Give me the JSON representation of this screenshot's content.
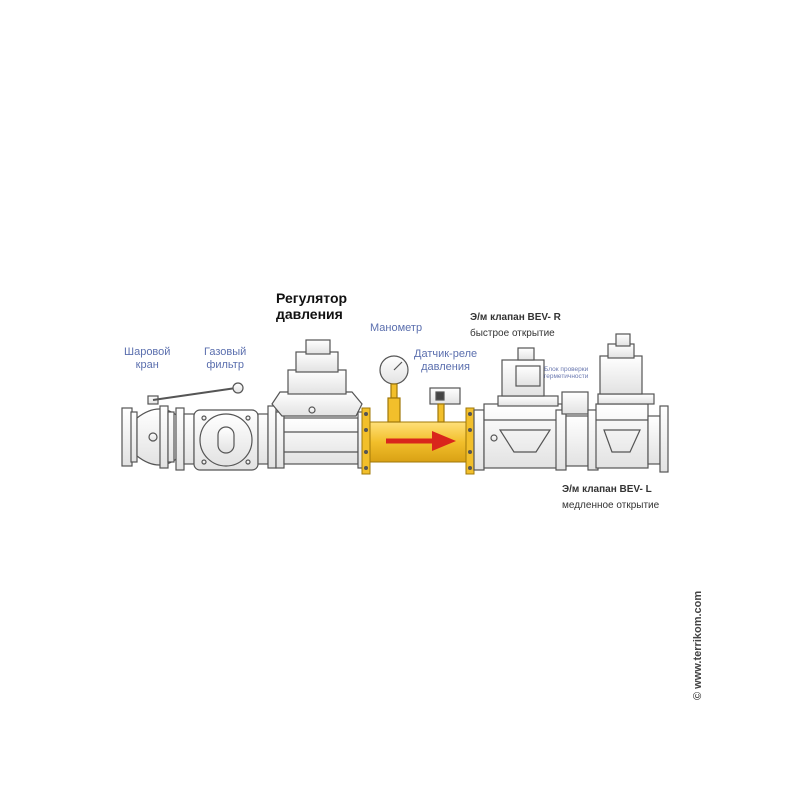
{
  "labels": {
    "ball_valve": [
      "Шаровой",
      "кран"
    ],
    "gas_filter": [
      "Газовый",
      "фильтр"
    ],
    "regulator": [
      "Регулятор",
      "давления"
    ],
    "manometer": "Манометр",
    "pressure_switch": [
      "Датчик-реле",
      "давления"
    ],
    "valve_r_title": "Э/м клапан BEV- R",
    "valve_r_sub": "быстрое открытие",
    "leak_block": [
      "Блок проверки",
      "герметичности"
    ],
    "valve_l_title": "Э/м клапан BEV- L",
    "valve_l_sub": "медленное открытие"
  },
  "watermark": "© www.terrikom.com",
  "colors": {
    "pipe_yellow": "#f2bf2b",
    "arrow_red": "#d9261c",
    "label_blue": "#5b6fae",
    "line": "#555555",
    "body_fill": "#f4f4f4"
  }
}
